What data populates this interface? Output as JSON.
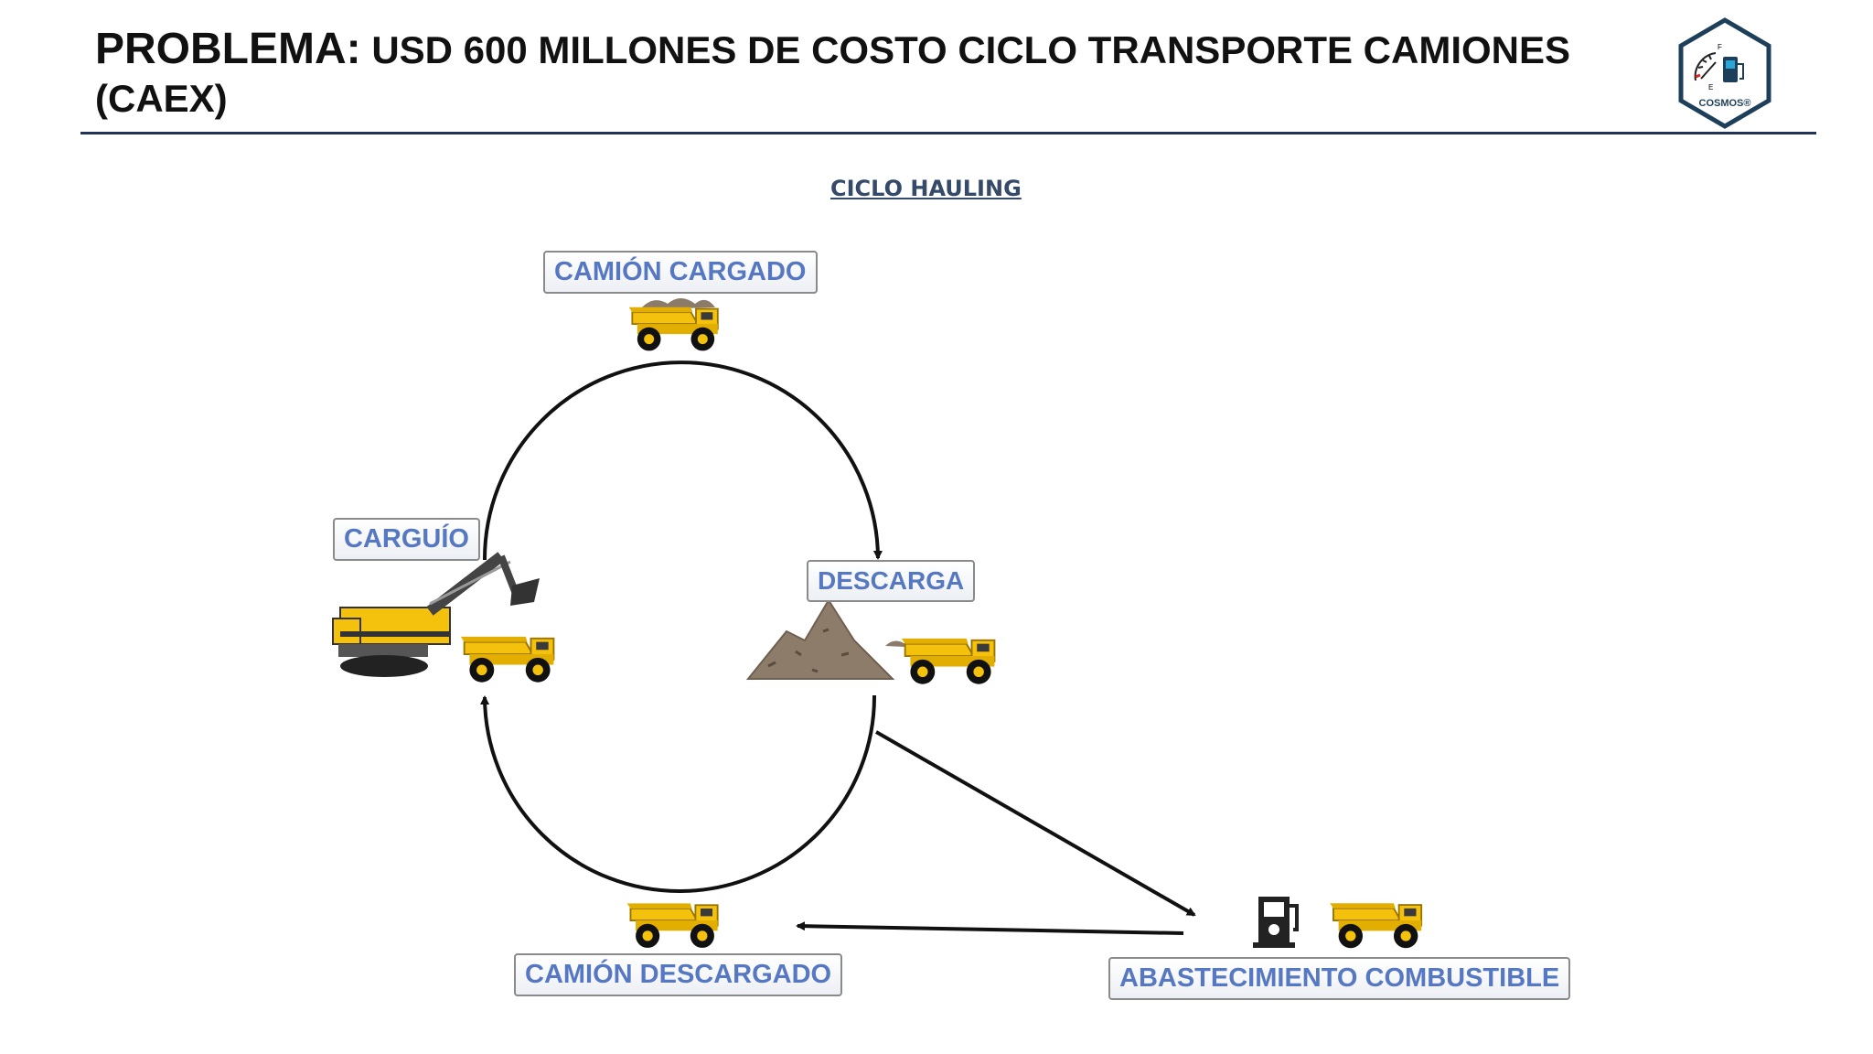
{
  "header": {
    "title_lead": "PROBLEMA:",
    "title_rest": " USD 600 MILLONES DE COSTO CICLO TRANSPORTE CAMIONES (CAEX)",
    "logo_text": "COSMOS®",
    "logo_gauge_f": "F",
    "logo_gauge_e": "E"
  },
  "diagram": {
    "title": "CICLO HAULING",
    "labels": {
      "camion_cargado": "CAMIÓN CARGADO",
      "carguio": "CARGUÍO",
      "descarga": "DESCARGA",
      "camion_descargado": "CAMIÓN DESCARGADO",
      "abastecimiento": "ABASTECIMIENTO COMBUSTIBLE"
    }
  },
  "colors": {
    "title_rule": "#1e3557",
    "label_text": "#5677c2",
    "truck_body": "#f4c20d",
    "arrows": "#111111"
  }
}
